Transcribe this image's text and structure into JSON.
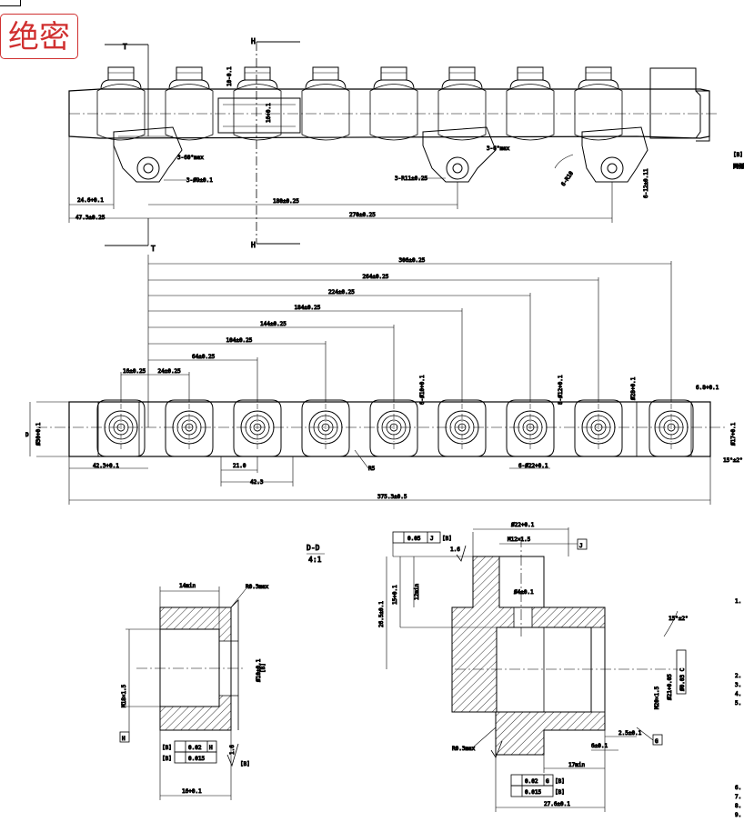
{
  "stamp": "绝密",
  "section_marks": {
    "t": "T",
    "h": "H",
    "view_dd": "D-D",
    "scale": "4:1"
  },
  "top_view": {
    "note_slope_left": "3-60°max",
    "note_slope_right": "3-6°max",
    "note_hole": "3-Ø9±0.1",
    "note_radius": "3-R11±0.25",
    "note_angle": "6-R10",
    "note_height": "6-12±0.11",
    "dim_10": "10-0.1",
    "dim_mid": "16+0.1",
    "dim_246": "24.6+0.1",
    "dim_473": "47.3±0.25",
    "dim_180": "180±0.25",
    "dim_270": "270±0.25",
    "right_note_1": "[B]",
    "right_note_2": "同侧"
  },
  "front_view": {
    "dims": [
      "306±0.25",
      "264±0.25",
      "224±0.25",
      "184±0.25",
      "144±0.25",
      "104±0.25",
      "64±0.25",
      "16±0.25",
      "24±0.25"
    ],
    "dim_d": "D",
    "dim_dia_left": "Ø30+0.1",
    "dim_6_dia10": "6-Ø10+0.1",
    "dim_8_dia12": "8-Ø12+0.1",
    "dim_dia28": "Ø28+0.1",
    "dim_68": "6.8+0.1",
    "dim_dia_right": "Ø17+0.1",
    "dim_423": "42.3+0.1",
    "dim_21": "21.0",
    "dim_42": "42.3",
    "dim_r5": "R5",
    "dim_6_dia22": "6-Ø22+0.1",
    "dim_15": "15°±2°",
    "dim_3753": "375.3±0.5"
  },
  "detail_left": {
    "dim_14min": "14min",
    "dim_r03": "R0.3max",
    "dim_m18": "M18×1.5",
    "dim_dia10": "Ø10±0.1",
    "ref_b": "[B]",
    "datum_h": "H",
    "tol1_val": "0.02",
    "tol1_ref": "H",
    "tol2_val": "0.015",
    "tol_b1": "[B]",
    "tol_b2": "[B]",
    "surface": "1.6",
    "surface_b": "[B]",
    "dim_16": "16+0.1"
  },
  "detail_right": {
    "tol_top_val": "0.05",
    "tol_top_ref": "J",
    "tol_top_b": "[B]",
    "dim_16": "1.6",
    "dim_dia22": "Ø22+0.1",
    "dim_m12": "M12×1.5",
    "datum_j": "J",
    "dim_12min": "12min",
    "dim_15": "15+0.1",
    "dim_265": "26.5±0.1",
    "dim_dia4": "Ø4±0.1",
    "dim_15deg": "15°±2°",
    "dim_m20": "M20×1.5",
    "dim_dia21": "Ø21+0.05",
    "dim_tol_c": "Ø0.03 C",
    "dim_r03": "R0.3max",
    "dim_6": "6±0.1",
    "dim_25": "2.5±0.1",
    "datum_g": "G",
    "dim_17min": "17min",
    "tol_b_val": "0.02",
    "tol_b_ref": "G",
    "tol_b2_val": "0.015",
    "tol_b_b1": "[B]",
    "tol_b_b2": "[B]",
    "dim_276": "27.6±0.1"
  },
  "side_numbers": [
    "1.",
    "2.",
    "3.",
    "4.",
    "5.",
    "6.",
    "7.",
    "8.",
    "9."
  ]
}
